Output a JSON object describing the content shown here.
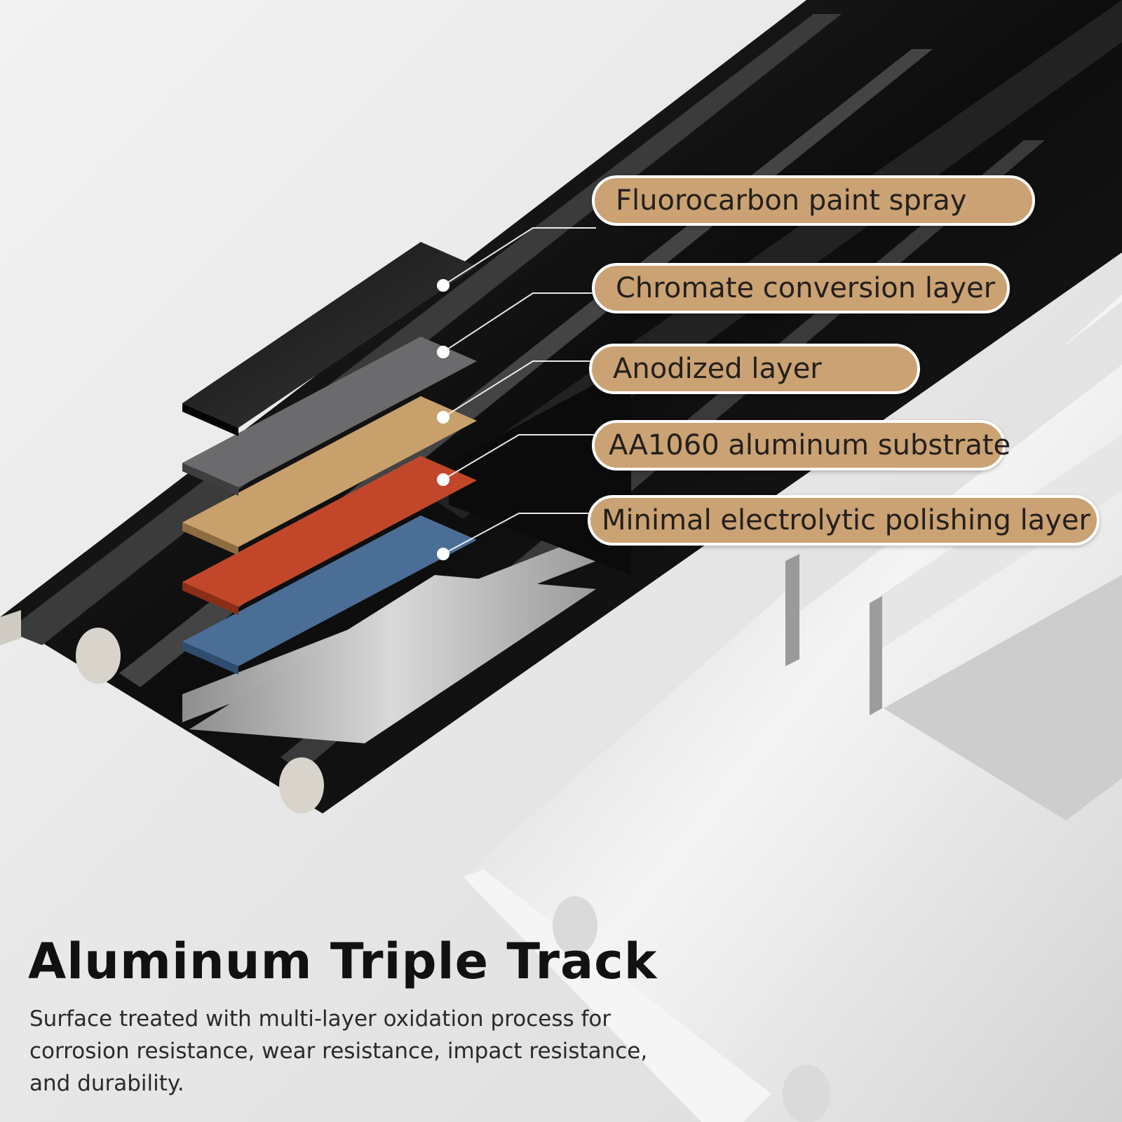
{
  "colors": {
    "background": "#e9e9e9",
    "callout_fill": "#caa273",
    "callout_border": "#ffffff",
    "black_track": "#111111",
    "silver_track": "#e8e8e8"
  },
  "layers": [
    {
      "label": "Fluorocarbon paint spray",
      "color": "#1c1c1c"
    },
    {
      "label": "Chromate conversion layer",
      "color": "#6b6b6d"
    },
    {
      "label": "Anodized layer",
      "color": "#c7a06c"
    },
    {
      "label": "AA1060 aluminum substrate",
      "color": "#c2472a"
    },
    {
      "label": "Minimal electrolytic polishing layer",
      "color": "#4a6e96"
    }
  ],
  "heading": {
    "title": "Aluminum Triple Track",
    "description": "Surface treated with multi-layer oxidation process for corrosion resistance, wear resistance, impact resistance, and durability."
  }
}
